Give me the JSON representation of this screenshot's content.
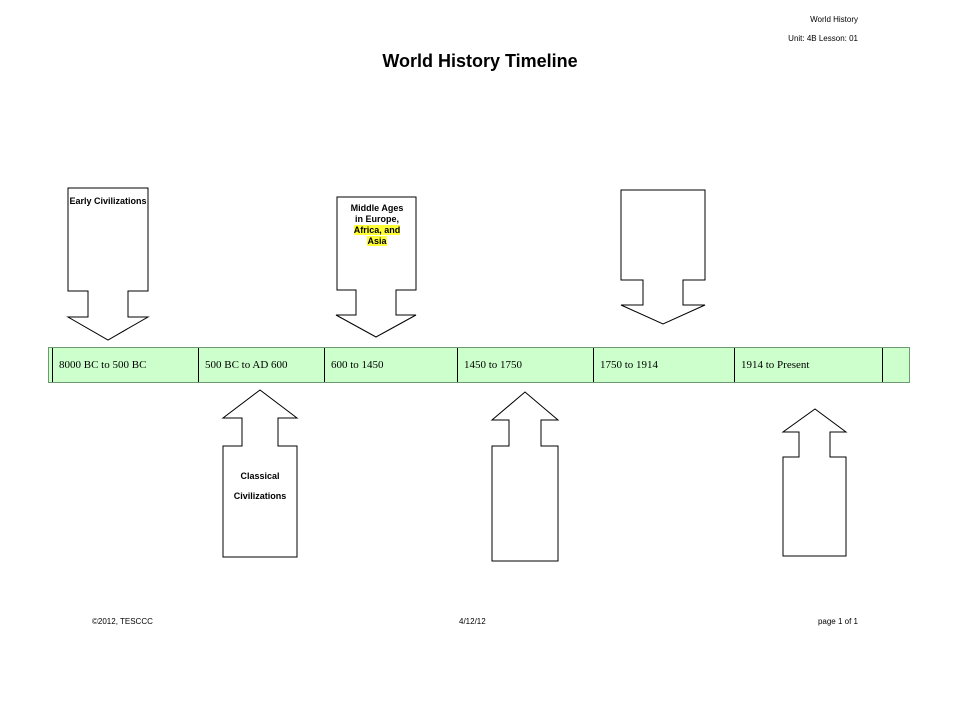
{
  "header": {
    "course": "World History",
    "unit": "Unit: 4B Lesson: 01"
  },
  "title": "World History Timeline",
  "timeline": {
    "fill_color": "#ccffcc",
    "segments": [
      "8000 BC to 500 BC",
      "500 BC to AD 600",
      "600 to 1450",
      "1450 to 1750",
      "1750 to 1914",
      "1914 to Present"
    ]
  },
  "callouts": {
    "early": "Early Civilizations",
    "middle": {
      "plain": "Middle Ages in Europe,",
      "highlighted": "Africa, and Asia",
      "highlight_color": "#ffff33"
    },
    "classical": "Classical Civilizations",
    "blank_above_label": "",
    "blank_below_1_label": "",
    "blank_below_2_label": ""
  },
  "footer": {
    "copyright": "©2012, TESCCC",
    "date": "4/12/12",
    "page": "page 1 of 1"
  }
}
